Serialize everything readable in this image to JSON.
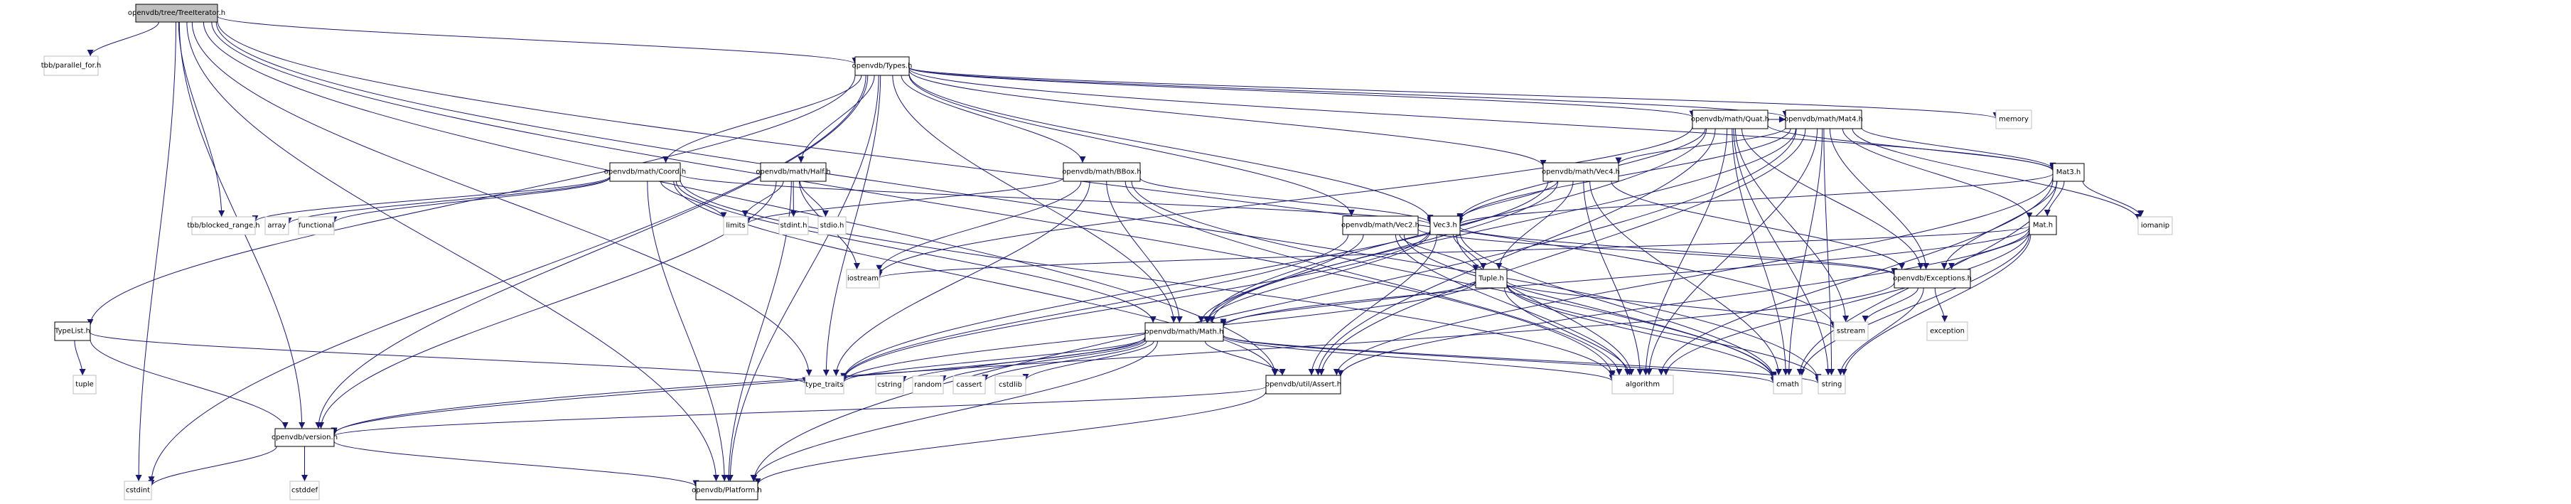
{
  "graph": {
    "title": "openvdb/tree/TreeIterator.h",
    "type": "include-dependency-graph",
    "colors": {
      "edge": "#191970",
      "root_fill": "#bfbfbf",
      "project_border": "#000000",
      "external_border": "#bfbfbf"
    },
    "nodes": [
      {
        "id": "TreeIterator",
        "label": "openvdb/tree/TreeIterator.h",
        "kind": "root"
      },
      {
        "id": "parallel_for",
        "label": "tbb/parallel_for.h",
        "kind": "external"
      },
      {
        "id": "Types",
        "label": "openvdb/Types.h",
        "kind": "project"
      },
      {
        "id": "blocked_range",
        "label": "tbb/blocked_range.h",
        "kind": "external"
      },
      {
        "id": "array",
        "label": "array",
        "kind": "external"
      },
      {
        "id": "functional",
        "label": "functional",
        "kind": "external"
      },
      {
        "id": "Coord",
        "label": "openvdb/math/Coord.h",
        "kind": "project"
      },
      {
        "id": "Half",
        "label": "openvdb/math/Half.h",
        "kind": "project"
      },
      {
        "id": "limits",
        "label": "limits",
        "kind": "external"
      },
      {
        "id": "stdint",
        "label": "stdint.h",
        "kind": "external"
      },
      {
        "id": "stdio",
        "label": "stdio.h",
        "kind": "external"
      },
      {
        "id": "BBox",
        "label": "openvdb/math/BBox.h",
        "kind": "project"
      },
      {
        "id": "iostream",
        "label": "iostream",
        "kind": "external"
      },
      {
        "id": "type_traits",
        "label": "type_traits",
        "kind": "external"
      },
      {
        "id": "Math",
        "label": "openvdb/math/Math.h",
        "kind": "project"
      },
      {
        "id": "cstring",
        "label": "cstring",
        "kind": "external"
      },
      {
        "id": "random",
        "label": "random",
        "kind": "external"
      },
      {
        "id": "cassert",
        "label": "cassert",
        "kind": "external"
      },
      {
        "id": "cstdlib",
        "label": "cstdlib",
        "kind": "external"
      },
      {
        "id": "Assert",
        "label": "openvdb/util/Assert.h",
        "kind": "project"
      },
      {
        "id": "algorithm",
        "label": "algorithm",
        "kind": "external"
      },
      {
        "id": "cmath",
        "label": "cmath",
        "kind": "external"
      },
      {
        "id": "string",
        "label": "string",
        "kind": "external"
      },
      {
        "id": "TypeList",
        "label": "TypeList.h",
        "kind": "project"
      },
      {
        "id": "tuple",
        "label": "tuple",
        "kind": "external"
      },
      {
        "id": "version",
        "label": "openvdb/version.h",
        "kind": "project"
      },
      {
        "id": "cstdint",
        "label": "cstdint",
        "kind": "external"
      },
      {
        "id": "cstddef",
        "label": "cstddef",
        "kind": "external"
      },
      {
        "id": "Platform",
        "label": "openvdb/Platform.h",
        "kind": "project"
      },
      {
        "id": "Vec2",
        "label": "openvdb/math/Vec2.h",
        "kind": "project"
      },
      {
        "id": "Vec3",
        "label": "Vec3.h",
        "kind": "project"
      },
      {
        "id": "Tuple",
        "label": "Tuple.h",
        "kind": "project"
      },
      {
        "id": "Vec4",
        "label": "openvdb/math/Vec4.h",
        "kind": "project"
      },
      {
        "id": "Quat",
        "label": "openvdb/math/Quat.h",
        "kind": "project"
      },
      {
        "id": "Mat4",
        "label": "openvdb/math/Mat4.h",
        "kind": "project"
      },
      {
        "id": "memory",
        "label": "memory",
        "kind": "external"
      },
      {
        "id": "Mat3",
        "label": "Mat3.h",
        "kind": "project"
      },
      {
        "id": "Mat",
        "label": "Mat.h",
        "kind": "project"
      },
      {
        "id": "iomanip",
        "label": "iomanip",
        "kind": "external"
      },
      {
        "id": "Exceptions",
        "label": "openvdb/Exceptions.h",
        "kind": "project"
      },
      {
        "id": "sstream",
        "label": "sstream",
        "kind": "external"
      },
      {
        "id": "exception",
        "label": "exception",
        "kind": "external"
      }
    ],
    "edges": [
      [
        "TreeIterator",
        "parallel_for"
      ],
      [
        "TreeIterator",
        "Types"
      ],
      [
        "TreeIterator",
        "blocked_range"
      ],
      [
        "TreeIterator",
        "type_traits"
      ],
      [
        "TreeIterator",
        "version"
      ],
      [
        "TreeIterator",
        "Assert"
      ],
      [
        "TreeIterator",
        "algorithm"
      ],
      [
        "TreeIterator",
        "string"
      ],
      [
        "TreeIterator",
        "sstream"
      ],
      [
        "TreeIterator",
        "Platform"
      ],
      [
        "TreeIterator",
        "cstdint"
      ],
      [
        "Types",
        "Coord"
      ],
      [
        "Types",
        "Half"
      ],
      [
        "Types",
        "BBox"
      ],
      [
        "Types",
        "TypeList"
      ],
      [
        "Types",
        "Vec2"
      ],
      [
        "Types",
        "Vec3"
      ],
      [
        "Types",
        "Vec4"
      ],
      [
        "Types",
        "Quat"
      ],
      [
        "Types",
        "Mat4"
      ],
      [
        "Types",
        "Mat3"
      ],
      [
        "Types",
        "memory"
      ],
      [
        "Types",
        "type_traits"
      ],
      [
        "Types",
        "version"
      ],
      [
        "Types",
        "Platform"
      ],
      [
        "Types",
        "cstdint"
      ],
      [
        "Types",
        "Math"
      ],
      [
        "Coord",
        "blocked_range"
      ],
      [
        "Coord",
        "array"
      ],
      [
        "Coord",
        "functional"
      ],
      [
        "Coord",
        "limits"
      ],
      [
        "Coord",
        "Math"
      ],
      [
        "Coord",
        "Vec3"
      ],
      [
        "Coord",
        "Platform"
      ],
      [
        "Coord",
        "algorithm"
      ],
      [
        "Coord",
        "Assert"
      ],
      [
        "Half",
        "limits"
      ],
      [
        "Half",
        "stdint"
      ],
      [
        "Half",
        "stdio"
      ],
      [
        "Half",
        "iostream"
      ],
      [
        "Half",
        "version"
      ],
      [
        "Half",
        "Platform"
      ],
      [
        "BBox",
        "limits"
      ],
      [
        "BBox",
        "iostream"
      ],
      [
        "BBox",
        "Math"
      ],
      [
        "BBox",
        "Vec3"
      ],
      [
        "BBox",
        "type_traits"
      ],
      [
        "BBox",
        "algorithm"
      ],
      [
        "BBox",
        "cmath"
      ],
      [
        "Math",
        "type_traits"
      ],
      [
        "Math",
        "cstring"
      ],
      [
        "Math",
        "random"
      ],
      [
        "Math",
        "cassert"
      ],
      [
        "Math",
        "cstdlib"
      ],
      [
        "Math",
        "Assert"
      ],
      [
        "Math",
        "algorithm"
      ],
      [
        "Math",
        "cmath"
      ],
      [
        "Math",
        "string"
      ],
      [
        "Math",
        "version"
      ],
      [
        "Math",
        "Platform"
      ],
      [
        "Assert",
        "version"
      ],
      [
        "Assert",
        "Platform"
      ],
      [
        "TypeList",
        "tuple"
      ],
      [
        "TypeList",
        "type_traits"
      ],
      [
        "TypeList",
        "version"
      ],
      [
        "version",
        "cstdint"
      ],
      [
        "version",
        "cstddef"
      ],
      [
        "version",
        "Platform"
      ],
      [
        "Vec2",
        "Math"
      ],
      [
        "Vec2",
        "Tuple"
      ],
      [
        "Vec2",
        "Exceptions"
      ],
      [
        "Vec2",
        "type_traits"
      ],
      [
        "Vec2",
        "algorithm"
      ],
      [
        "Vec2",
        "cmath"
      ],
      [
        "Vec3",
        "Math"
      ],
      [
        "Vec3",
        "Tuple"
      ],
      [
        "Vec3",
        "Exceptions"
      ],
      [
        "Vec3",
        "type_traits"
      ],
      [
        "Vec3",
        "algorithm"
      ],
      [
        "Vec3",
        "cmath"
      ],
      [
        "Vec3",
        "Assert"
      ],
      [
        "Tuple",
        "Math"
      ],
      [
        "Tuple",
        "sstream"
      ],
      [
        "Tuple",
        "string"
      ],
      [
        "Tuple",
        "cmath"
      ],
      [
        "Tuple",
        "type_traits"
      ],
      [
        "Tuple",
        "algorithm"
      ],
      [
        "Vec4",
        "Vec3"
      ],
      [
        "Vec4",
        "Math"
      ],
      [
        "Vec4",
        "Tuple"
      ],
      [
        "Vec4",
        "Exceptions"
      ],
      [
        "Vec4",
        "type_traits"
      ],
      [
        "Vec4",
        "algorithm"
      ],
      [
        "Vec4",
        "cmath"
      ],
      [
        "Quat",
        "Vec3"
      ],
      [
        "Quat",
        "Math"
      ],
      [
        "Quat",
        "Mat3"
      ],
      [
        "Quat",
        "Mat4"
      ],
      [
        "Quat",
        "Exceptions"
      ],
      [
        "Quat",
        "iostream"
      ],
      [
        "Quat",
        "cmath"
      ],
      [
        "Quat",
        "sstream"
      ],
      [
        "Quat",
        "string"
      ],
      [
        "Quat",
        "Assert"
      ],
      [
        "Quat",
        "algorithm"
      ],
      [
        "Mat4",
        "Vec4"
      ],
      [
        "Mat4",
        "Vec3"
      ],
      [
        "Mat4",
        "Mat3"
      ],
      [
        "Mat4",
        "Mat"
      ],
      [
        "Mat4",
        "Math"
      ],
      [
        "Mat4",
        "Exceptions"
      ],
      [
        "Mat4",
        "iomanip"
      ],
      [
        "Mat4",
        "algorithm"
      ],
      [
        "Mat4",
        "cmath"
      ],
      [
        "Mat4",
        "string"
      ],
      [
        "Mat4",
        "Assert"
      ],
      [
        "Mat4",
        "Platform"
      ],
      [
        "Mat3",
        "Mat"
      ],
      [
        "Mat3",
        "Vec3"
      ],
      [
        "Mat3",
        "Exceptions"
      ],
      [
        "Mat3",
        "iomanip"
      ],
      [
        "Mat3",
        "algorithm"
      ],
      [
        "Mat3",
        "cmath"
      ],
      [
        "Mat3",
        "Assert"
      ],
      [
        "Mat",
        "Math"
      ],
      [
        "Mat",
        "Exceptions"
      ],
      [
        "Mat",
        "iostream"
      ],
      [
        "Mat",
        "algorithm"
      ],
      [
        "Mat",
        "cmath"
      ],
      [
        "Mat",
        "string"
      ],
      [
        "Mat",
        "Assert"
      ],
      [
        "Exceptions",
        "sstream"
      ],
      [
        "Exceptions",
        "exception"
      ],
      [
        "Exceptions",
        "string"
      ],
      [
        "Exceptions",
        "version"
      ]
    ]
  }
}
